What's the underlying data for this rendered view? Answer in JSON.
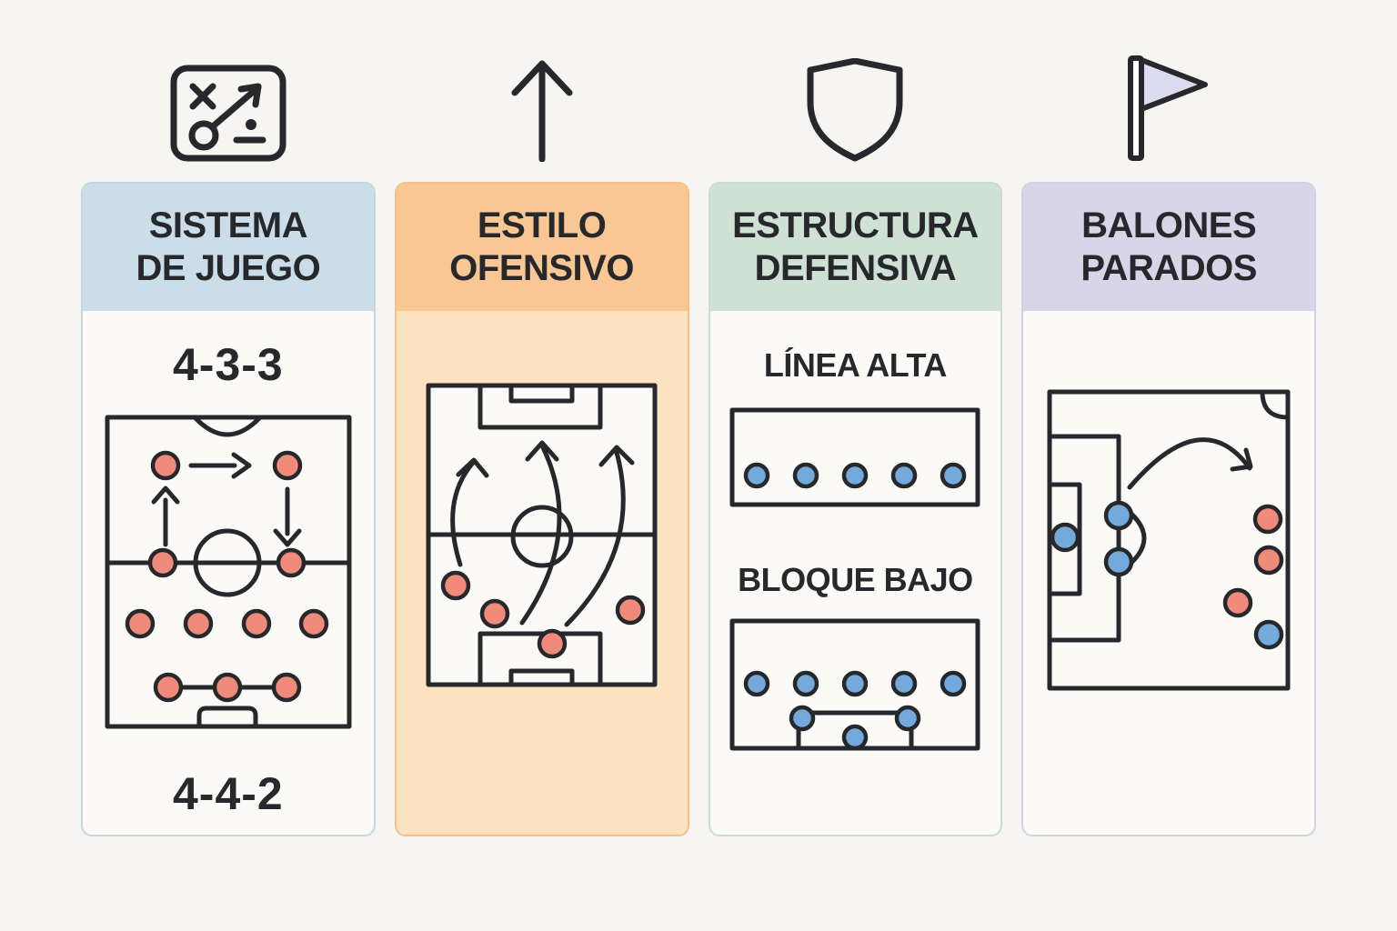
{
  "colors": {
    "ink": "#26282B",
    "player_red": "#F08A7B",
    "player_blue": "#74A9DC",
    "pitch_fill": "#FBFAF6",
    "flag_fill": "#DDDBF0",
    "page_bg": "#F7F5F1"
  },
  "columns": [
    {
      "icon": "tactics-board-icon",
      "title_line1": "SISTEMA",
      "title_line2": "DE JUEGO",
      "header_color": "#CBDDE8",
      "body_color": "#FBFAF6",
      "border_color": "#C3D6E2",
      "formation_top": "4-3-3",
      "formation_bottom": "4-4-2"
    },
    {
      "icon": "up-arrow-icon",
      "title_line1": "ESTILO",
      "title_line2": "OFENSIVO",
      "header_color": "#F8C793",
      "body_color": "#FBE2C1",
      "border_color": "#F5C08A"
    },
    {
      "icon": "shield-icon",
      "title_line1": "ESTRUCTURA",
      "title_line2": "DEFENSIVA",
      "header_color": "#CFE0D4",
      "body_color": "#FBFAF6",
      "border_color": "#C9DCCE",
      "label_top": "LÍNEA ALTA",
      "label_bottom": "BLOQUE BAJO"
    },
    {
      "icon": "corner-flag-icon",
      "title_line1": "BALONES",
      "title_line2": "PARADOS",
      "header_color": "#D7D5E7",
      "body_color": "#FBFAF6",
      "border_color": "#D2D0E2"
    }
  ]
}
